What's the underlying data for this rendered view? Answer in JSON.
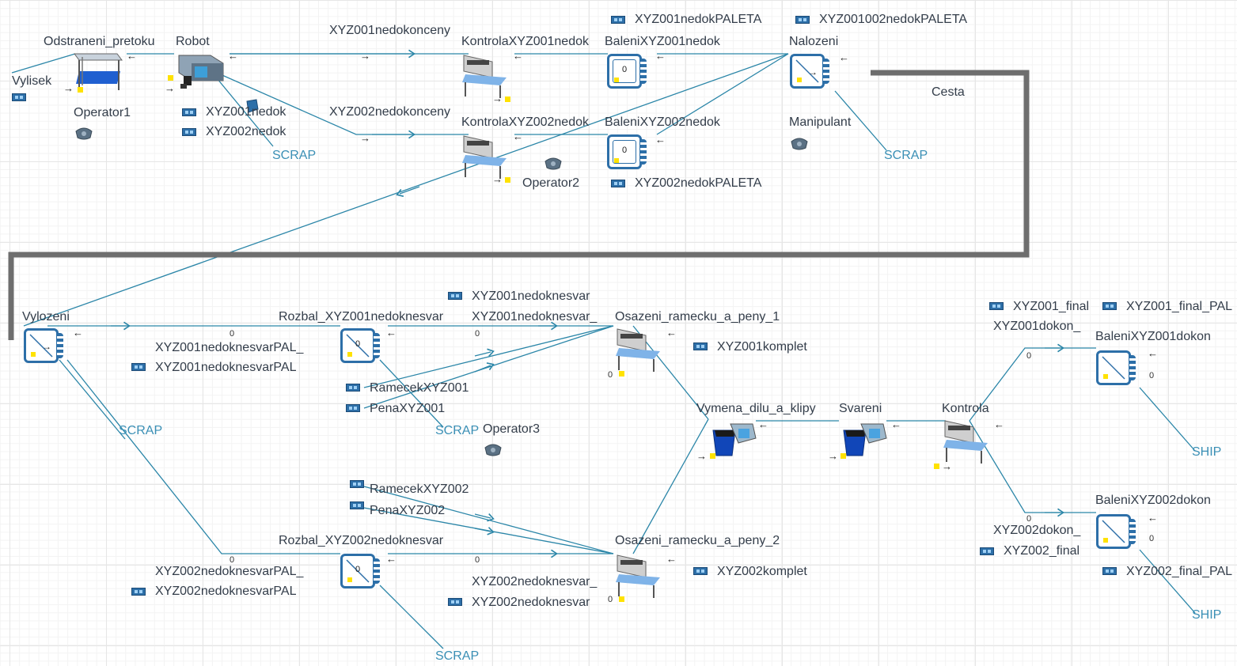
{
  "labels": {
    "vylisek": "Vylisek",
    "odstraneni_pretoku": "Odstraneni_pretoku",
    "robot": "Robot",
    "xyz001nedokonceny": "XYZ001nedokonceny",
    "xyz002nedokonceny": "XYZ002nedokonceny",
    "kontrola_xyz001nedok": "KontrolaXYZ001nedok",
    "kontrola_xyz002nedok": "KontrolaXYZ002nedok",
    "baleni_xyz001nedok": "BaleniXYZ001nedok",
    "baleni_xyz002nedok": "BaleniXYZ002nedok",
    "xyz001nedok_paleta": "XYZ001nedokPALETA",
    "xyz001002nedok_paleta": "XYZ001002nedokPALETA",
    "xyz002nedok_paleta": "XYZ002nedokPALETA",
    "nalozeni": "Nalozeni",
    "operator1": "Operator1",
    "operator2": "Operator2",
    "operator3": "Operator3",
    "xyz001nedok": "XYZ001nedok",
    "xyz002nedok": "XYZ002nedok",
    "scrap": "SCRAP",
    "manipulant": "Manipulant",
    "cesta": "Cesta",
    "vylozeni": "Vylozeni",
    "rozbal_xyz001": "Rozbal_XYZ001nedoknesvar",
    "rozbal_xyz002": "Rozbal_XYZ002nedoknesvar",
    "xyz001nedoknesvar": "XYZ001nedoknesvar",
    "xyz001nedoknesvar_conv": "XYZ001nedoknesvar_",
    "xyz002nedoknesvar": "XYZ002nedoknesvar",
    "xyz002nedoknesvar_conv": "XYZ002nedoknesvar_",
    "xyz001nedoknesvarpal_conv": "XYZ001nedoknesvarPAL_",
    "xyz001nedoknesvarpal": "XYZ001nedoknesvarPAL",
    "xyz002nedoknesvarpal_conv": "XYZ002nedoknesvarPAL_",
    "xyz002nedoknesvarpal": "XYZ002nedoknesvarPAL",
    "osazeni_1": "Osazeni_ramecku_a_peny_1",
    "osazeni_2": "Osazeni_ramecku_a_peny_2",
    "xyz001komplet": "XYZ001komplet",
    "xyz002komplet": "XYZ002komplet",
    "ramecek_xyz001": "RamecekXYZ001",
    "pena_xyz001": "PenaXYZ001",
    "ramecek_xyz002": "RamecekXYZ002",
    "pena_xyz002": "PenaXYZ002",
    "vymena": "Vymena_dilu_a_klipy",
    "svareni": "Svareni",
    "kontrola": "Kontrola",
    "xyz001_final": "XYZ001_final",
    "xyz001_final_pal": "XYZ001_final_PAL",
    "xyz001dokon_conv": "XYZ001dokon_",
    "baleni_xyz001dokon": "BaleniXYZ001dokon",
    "xyz002dokon_conv": "XYZ002dokon_",
    "xyz002_final": "XYZ002_final",
    "baleni_xyz002dokon": "BaleniXYZ002dokon",
    "xyz002_final_pal": "XYZ002_final_PAL",
    "ship": "SHIP"
  },
  "counts": {
    "zero": "0"
  },
  "colors": {
    "accent": "#2d6fa8",
    "wire": "#2b86a8",
    "path": "#6e6e6e",
    "indicator": "#ffe200"
  }
}
